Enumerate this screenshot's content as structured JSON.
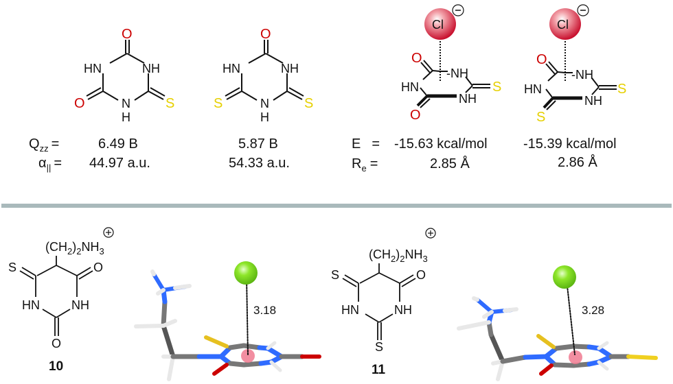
{
  "top_panel": {
    "molecules": [
      {
        "id": "triazine-dioxo-thioxo",
        "atoms": {
          "top": "O",
          "left_n": "HN",
          "right_n": "NH",
          "bottom_left": "O",
          "bottom_n": "N",
          "bottom_h": "H",
          "bottom_right": "S"
        },
        "properties": {
          "qzz_label": "Q",
          "qzz_sub": "zz",
          "eq": "=",
          "qzz_value": "6.49 B",
          "alpha_label": "α",
          "alpha_sub": "||",
          "alpha_value": "44.97 a.u."
        }
      },
      {
        "id": "triazine-oxo-dithioxo",
        "atoms": {
          "top": "O",
          "left_n": "HN",
          "right_n": "NH",
          "bottom_left": "S",
          "bottom_n": "N",
          "bottom_h": "H",
          "bottom_right": "S"
        },
        "properties": {
          "qzz_value": "5.87 B",
          "alpha_value": "54.33 a.u."
        }
      },
      {
        "id": "chloride-complex-1",
        "atoms": {
          "anion": "Cl",
          "charge": "−",
          "o_top": "O",
          "nh_top": "-NH",
          "hn": "HN",
          "s_right": "S",
          "nh_bottom": "NH",
          "o_bottom": "O"
        },
        "properties": {
          "e_label": "E",
          "eq": "=",
          "e_value": "-15.63 kcal/mol",
          "re_label": "R",
          "re_sub": "e",
          "re_value": "2.85 Å"
        }
      },
      {
        "id": "chloride-complex-2",
        "atoms": {
          "anion": "Cl",
          "charge": "−",
          "o_top": "O",
          "nh_top": "-NH",
          "hn": "HN",
          "s_right": "S",
          "nh_bottom": "NH",
          "s_bottom": "S"
        },
        "properties": {
          "e_value": "-15.39 kcal/mol",
          "re_value": "2.86 Å"
        }
      }
    ]
  },
  "bottom_panel": {
    "compounds": [
      {
        "number": "10",
        "substituent": "(CH",
        "sub2": "2",
        "sub_close": ")",
        "sub2b": "2",
        "nh": "NH",
        "sub3": "3",
        "charge": "+",
        "atoms": {
          "s": "S",
          "o_right": "O",
          "hn": "HN",
          "nh": "NH",
          "o_bottom": "O"
        },
        "distance": "3.18"
      },
      {
        "number": "11",
        "substituent": "(CH",
        "sub2": "2",
        "sub_close": ")",
        "sub2b": "2",
        "nh": "NH",
        "sub3": "3",
        "charge": "+",
        "atoms": {
          "s": "S",
          "o_right": "O",
          "hn": "HN",
          "nh": "NH",
          "s_bottom": "S"
        },
        "distance": "3.28"
      }
    ]
  },
  "colors": {
    "oxygen": "#cc0000",
    "sulfur": "#e6d000",
    "chloride_sphere": "#d0303a",
    "chloride_3d": "#7ed321",
    "nitrogen_3d": "#2f6bff",
    "carbon_3d": "#6b6b6b",
    "hydrogen_3d": "#e8e8e8",
    "centroid": "#f07a90",
    "divider": "#a9b9bb"
  }
}
